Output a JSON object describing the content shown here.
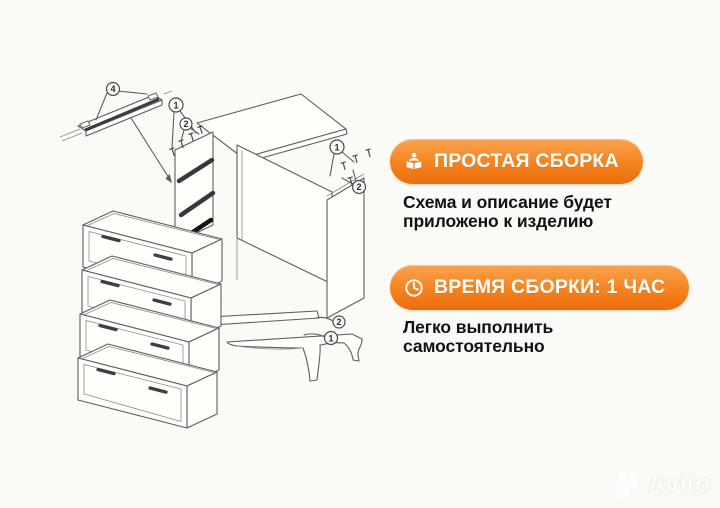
{
  "page": {
    "background": "#fcfaf6"
  },
  "features": [
    {
      "icon": "assembly-manual-icon",
      "title": "ПРОСТАЯ СБОРКА",
      "description_lines": [
        "Схема и описание будет",
        "приложено к изделию"
      ]
    },
    {
      "icon": "clock-icon",
      "title": "ВРЕМЯ СБОРКИ: 1 ЧАС",
      "description_lines": [
        "Легко выполнить",
        "самостоятельно"
      ]
    }
  ],
  "diagram": {
    "type": "exploded-assembly-drawing-4-drawer-chest",
    "callouts": {
      "trim_part": "4",
      "left_top_a": "1",
      "left_top_b": "2",
      "right_top_a": "1",
      "right_top_b": "2",
      "base_a": "1",
      "base_b": "2"
    }
  },
  "watermark": {
    "brand": "Avito"
  },
  "colors": {
    "banner_top": "#f9a34f",
    "banner_bottom": "#ee6c0d",
    "banner_text": "#ffffff",
    "body_text": "#121212",
    "line": "#5d5d5d"
  }
}
